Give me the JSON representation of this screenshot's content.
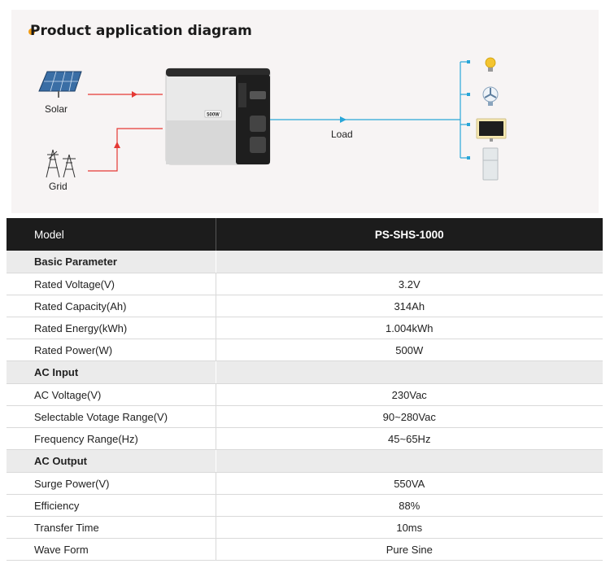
{
  "diagram": {
    "title": "Product application diagram",
    "labels": {
      "solar": "Solar",
      "grid": "Grid",
      "load": "Load"
    },
    "device_badge": "500W",
    "colors": {
      "arrow_red": "#e53935",
      "line_blue": "#29a6d8",
      "accent_dot": "#f39c12"
    },
    "load_icons": [
      "light-bulb-icon",
      "fan-icon",
      "tv-icon",
      "fridge-icon"
    ]
  },
  "table": {
    "header": {
      "label": "Model",
      "value": "PS-SHS-1000"
    },
    "sections": [
      {
        "title": "Basic Parameter",
        "rows": [
          {
            "label": "Rated Voltage(V)",
            "value": "3.2V"
          },
          {
            "label": "Rated Capacity(Ah)",
            "value": "314Ah"
          },
          {
            "label": "Rated Energy(kWh)",
            "value": "1.004kWh"
          },
          {
            "label": "Rated Power(W)",
            "value": "500W"
          }
        ]
      },
      {
        "title": "AC Input",
        "rows": [
          {
            "label": "AC Voltage(V)",
            "value": "230Vac"
          },
          {
            "label": "Selectable Votage Range(V)",
            "value": "90~280Vac"
          },
          {
            "label": "Frequency Range(Hz)",
            "value": "45~65Hz"
          }
        ]
      },
      {
        "title": "AC Output",
        "rows": [
          {
            "label": "Surge Power(V)",
            "value": "550VA"
          },
          {
            "label": "Efficiency",
            "value": "88%"
          },
          {
            "label": "Transfer Time",
            "value": "10ms"
          },
          {
            "label": "Wave Form",
            "value": "Pure Sine"
          }
        ]
      }
    ]
  }
}
